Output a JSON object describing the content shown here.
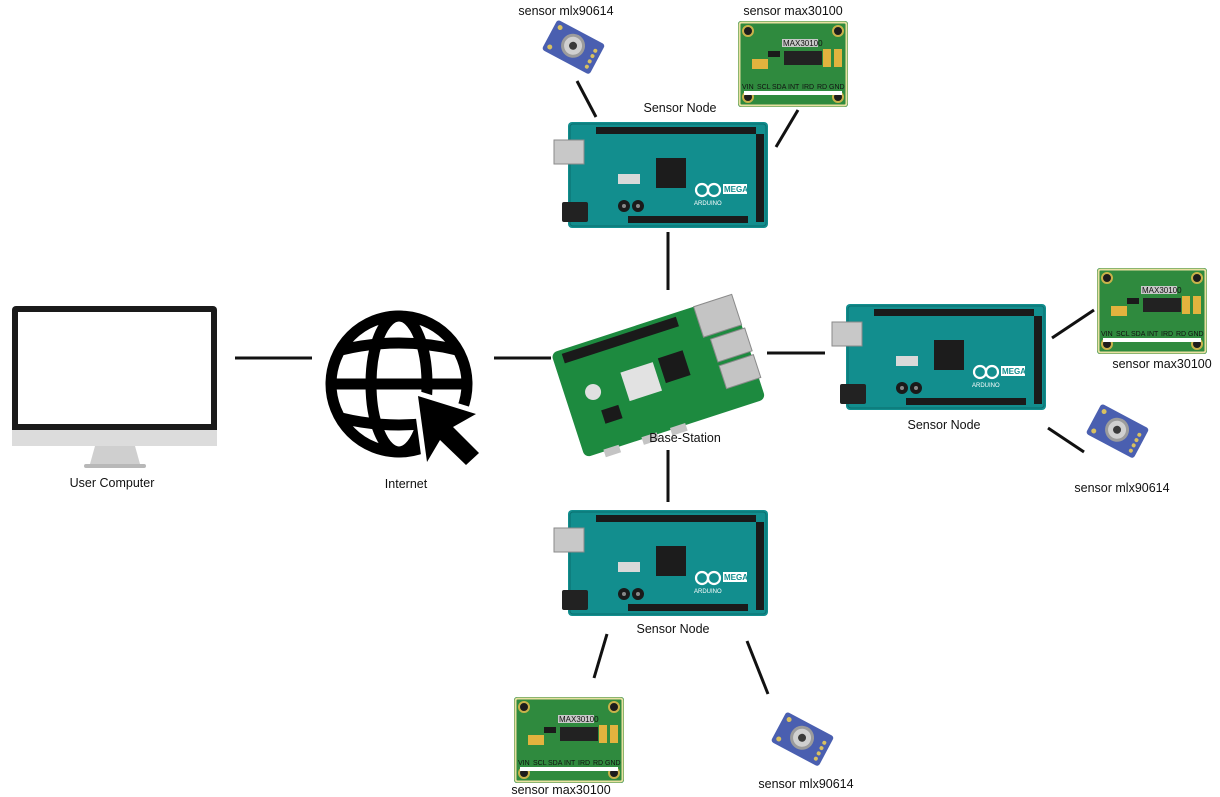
{
  "nodes": {
    "user_computer": "User Computer",
    "internet": "Internet",
    "base_station": "Base-Station",
    "sensor_node_top": "Sensor Node",
    "sensor_node_right": "Sensor Node",
    "sensor_node_bottom": "Sensor Node"
  },
  "sensors": {
    "top_mlx": "sensor mlx90614",
    "top_max": "sensor max30100",
    "right_max": "sensor max30100",
    "right_mlx": "sensor mlx90614",
    "bottom_max": "sensor max30100",
    "bottom_mlx": "sensor mlx90614"
  },
  "max30100_board": {
    "title": "MAX30100",
    "pins": [
      "VIN",
      "SCL",
      "SDA",
      "INT",
      "IRD",
      "RD",
      "GND"
    ]
  },
  "arduino_board": {
    "brand": "ARDUINO",
    "model": "MEGA"
  },
  "colors": {
    "arduino_teal": "#0f8c8c",
    "max_green": "#2f8a3e",
    "mlx_blue": "#4a5fb0",
    "line": "#111111"
  }
}
